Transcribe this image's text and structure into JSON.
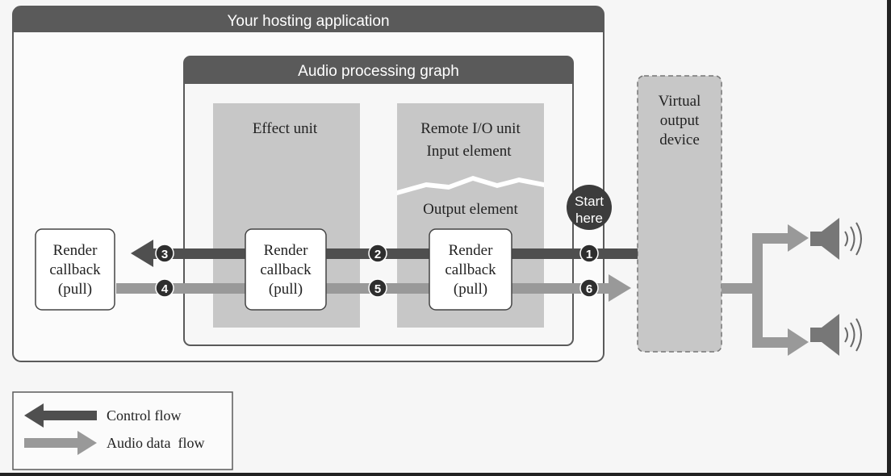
{
  "diagram": {
    "host_app": {
      "title": "Your hosting application"
    },
    "graph": {
      "title": "Audio processing graph"
    },
    "effect_unit": {
      "title": "Effect unit"
    },
    "remote_io": {
      "title": "Remote I/O unit",
      "input_element": "Input element",
      "output_element": "Output element"
    },
    "start_here": {
      "line1": "Start",
      "line2": "here"
    },
    "virtual_device": {
      "line1": "Virtual",
      "line2": "output",
      "line3": "device"
    },
    "callback": {
      "line1": "Render",
      "line2": "callback",
      "line3": "(pull)"
    },
    "steps": [
      "1",
      "2",
      "3",
      "4",
      "5",
      "6"
    ],
    "legend": {
      "control": "Control flow",
      "audio": "Audio data  flow"
    },
    "colors": {
      "dark": "#4f4f4f",
      "light": "#999999",
      "unit_fill": "#c7c7c7",
      "panel": "#fbfbfb",
      "header": "#5a5a5a"
    }
  }
}
